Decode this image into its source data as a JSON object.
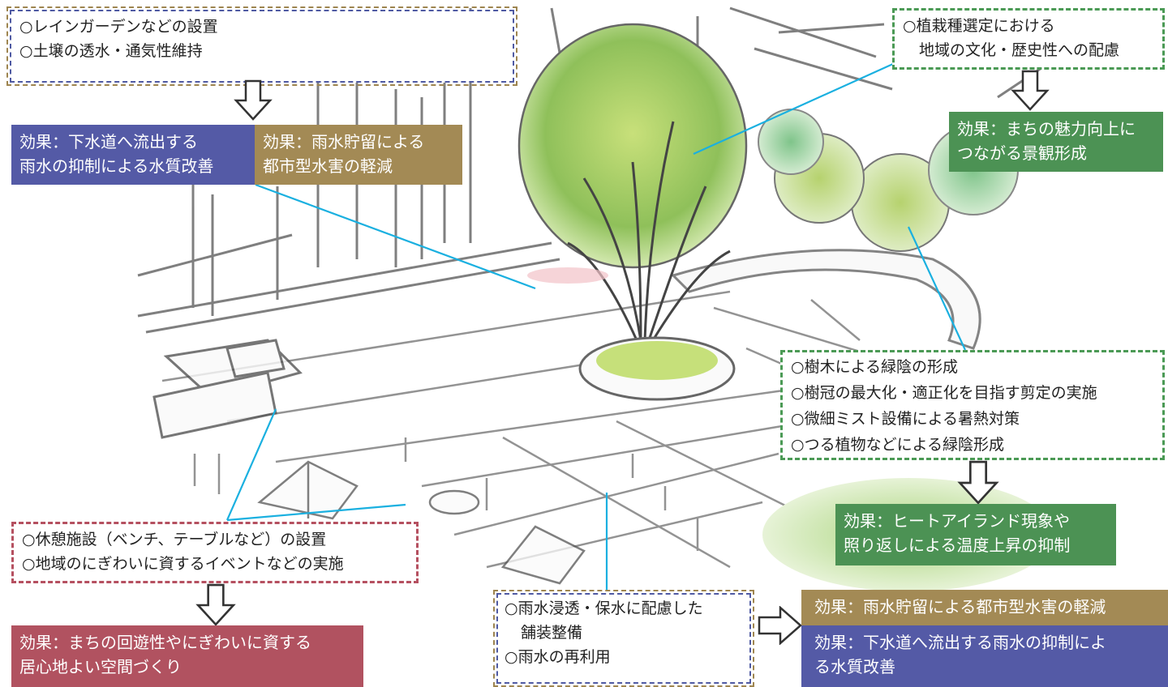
{
  "colors": {
    "effect_blue": "#545aa6",
    "effect_brown": "#a38a55",
    "effect_green": "#4c9254",
    "effect_red": "#b15260",
    "leader_line": "#1ab0e0"
  },
  "top_left": {
    "items": [
      "○レインガーデンなどの設置",
      "○土壌の透水・通気性維持"
    ],
    "effect_blue": [
      "効果：下水道へ流出する",
      "雨水の抑制による水質改善"
    ],
    "effect_brown": [
      "効果：雨水貯留による",
      "都市型水害の軽減"
    ]
  },
  "top_right": {
    "items": [
      "○植栽種選定における",
      "地域の文化・歴史性への配慮"
    ],
    "effect": [
      "効果：まちの魅力向上に",
      "つながる景観形成"
    ]
  },
  "middle_right": {
    "items": [
      "○樹木による緑陰の形成",
      "○樹冠の最大化・適正化を目指す剪定の実施",
      "○微細ミスト設備による暑熱対策",
      "○つる植物などによる緑陰形成"
    ],
    "effect": [
      "効果：ヒートアイランド現象や",
      "照り返しによる温度上昇の抑制"
    ]
  },
  "bottom_left": {
    "items": [
      "○休憩施設（ベンチ、テーブルなど）の設置",
      "○地域のにぎわいに資するイベントなどの実施"
    ],
    "effect": [
      "効果：まちの回遊性やにぎわいに資する",
      "居心地よい空間づくり"
    ]
  },
  "bottom_center": {
    "items": [
      "○雨水浸透・保水に配慮した",
      "舗装整備",
      "○雨水の再利用"
    ],
    "effect_brown": "効果：雨水貯留による都市型水害の軽減",
    "effect_blue": [
      "効果：下水道へ流出する雨水の抑制によ",
      "る水質改善"
    ]
  }
}
